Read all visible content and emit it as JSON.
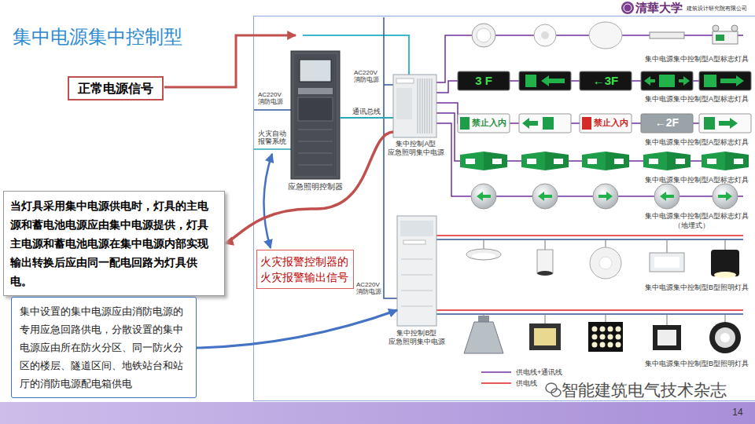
{
  "diagram": {
    "title": "集中电源集中控制型",
    "nodes": [
      {
        "text": [
          "正常电源信号"
        ]
      },
      {
        "text": [
          "应急照明控制器"
        ]
      },
      {
        "text": [
          "集中控制A型 应急照明集中电源"
        ]
      },
      {
        "text": [
          "当灯具采用集中电源供电时，灯具的主电源和蓄电池电源应由集中电源提供，灯具主电源和蓄电池电源在集中电源内部实现输出转换后应由同一配电回路为灯具供电。"
        ]
      },
      {
        "text": [
          "火灾报警控制器的 火灾报警输出信号"
        ]
      },
      {
        "text": [
          "集中控制B型 应急照明集中电源"
        ]
      },
      {
        "text": [
          "集中设置的集中电源应由消防电源的专用应急回路供电，分散设置的集中电源应由所在防火分区、同一防火分区的楼层、隧道区间、地铁站台和站厅的消防电源配电箱供电"
        ]
      }
    ],
    "edges": [
      {
        "from": 1,
        "to": 2,
        "label": "通讯总线",
        "arrow": "none"
      },
      {
        "from": 2,
        "to": 3,
        "arrow": "to"
      },
      {
        "from": 6,
        "to": 5,
        "arrow": "to"
      }
    ],
    "labels": [
      "清華大学",
      "建筑设计研究院有限公司",
      "AC220V 消防电源",
      "火灾自动报警系统",
      "AC220V 消防电源",
      "AC220V 消防电源",
      "3 F",
      "←3F",
      "禁止入内",
      "禁止入内",
      "←2F",
      "集中电源集中控制型A型标志灯具",
      "集中电源集中控制型A型标志灯具",
      "集中电源集中控制型A型标志灯具",
      "集中电源集中控制型A型标志灯具",
      "集中电源集中控制型A型标志灯具",
      "（地埋式）",
      "集中电源集中控制型B型照明灯具",
      "集中电源集中控制型B型照明灯具",
      "智能建筑电气技术杂志",
      "14"
    ],
    "legend": [
      {
        "text": "供电线+通讯线"
      },
      {
        "text": "供电线"
      }
    ]
  }
}
